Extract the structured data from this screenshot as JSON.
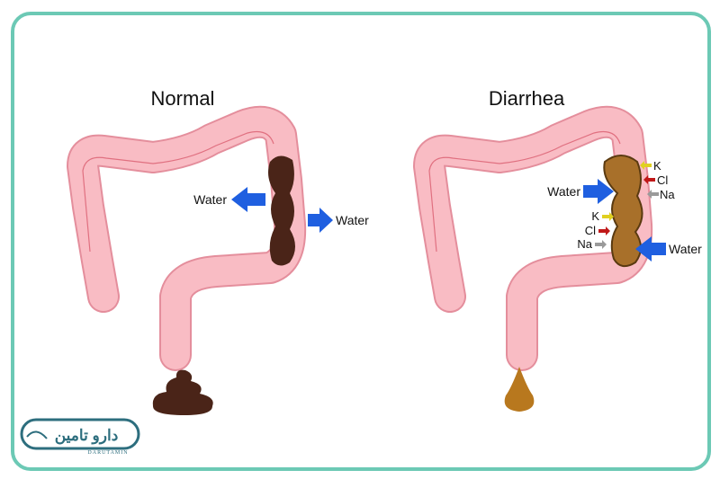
{
  "panels": {
    "normal": {
      "title": "Normal",
      "water_in": "Water",
      "water_out": "Water"
    },
    "diarrhea": {
      "title": "Diarrhea",
      "water_left": "Water",
      "water_right": "Water",
      "ions_top": [
        "K",
        "Cl",
        "Na"
      ],
      "ions_bottom": [
        "K",
        "Cl",
        "Na"
      ]
    }
  },
  "logo": {
    "text_fa": "دارو تامین",
    "text_en": "DARUTAMIN"
  },
  "colors": {
    "frame": "#6cc9b5",
    "colon": "#f9bcc4",
    "colon_edge": "#e48e9c",
    "stool_normal": "#4a2418",
    "stool_diarrhea": "#a8702a",
    "arrow_water": "#1f5fe0",
    "arrow_k": "#e0d020",
    "arrow_cl": "#c01818",
    "arrow_na": "#9a9a9a",
    "logo": "#2d6e7e"
  }
}
